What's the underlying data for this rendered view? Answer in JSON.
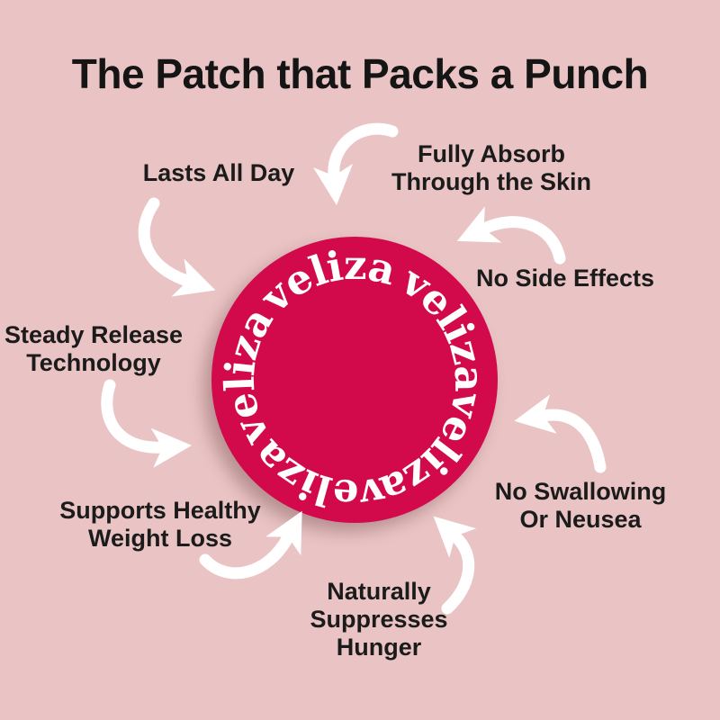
{
  "title": "The Patch that Packs a Punch",
  "brand": {
    "name": "veliza",
    "wordmark_repetitions": 5
  },
  "benefits": {
    "lasts_all_day": {
      "lines": [
        "Lasts All Day"
      ]
    },
    "fully_absorb": {
      "lines": [
        "Fully Absorb",
        "Through the Skin"
      ]
    },
    "no_side_effects": {
      "lines": [
        "No Side Effects"
      ]
    },
    "steady_release": {
      "lines": [
        "Steady Release",
        "Technology"
      ]
    },
    "weight_loss": {
      "lines": [
        "Supports Healthy",
        "Weight Loss"
      ]
    },
    "suppress_hunger": {
      "lines": [
        "Naturally",
        "Suppresses",
        "Hunger"
      ]
    },
    "no_swallowing": {
      "lines": [
        "No Swallowing",
        "Or Neusea"
      ]
    }
  },
  "colors": {
    "background": "#eac4c4",
    "circle": "#d20a4b",
    "headline_text": "#151515",
    "label_text": "#1b1b1b",
    "arrow": "#ffffff",
    "circle_text": "#ffffff"
  }
}
